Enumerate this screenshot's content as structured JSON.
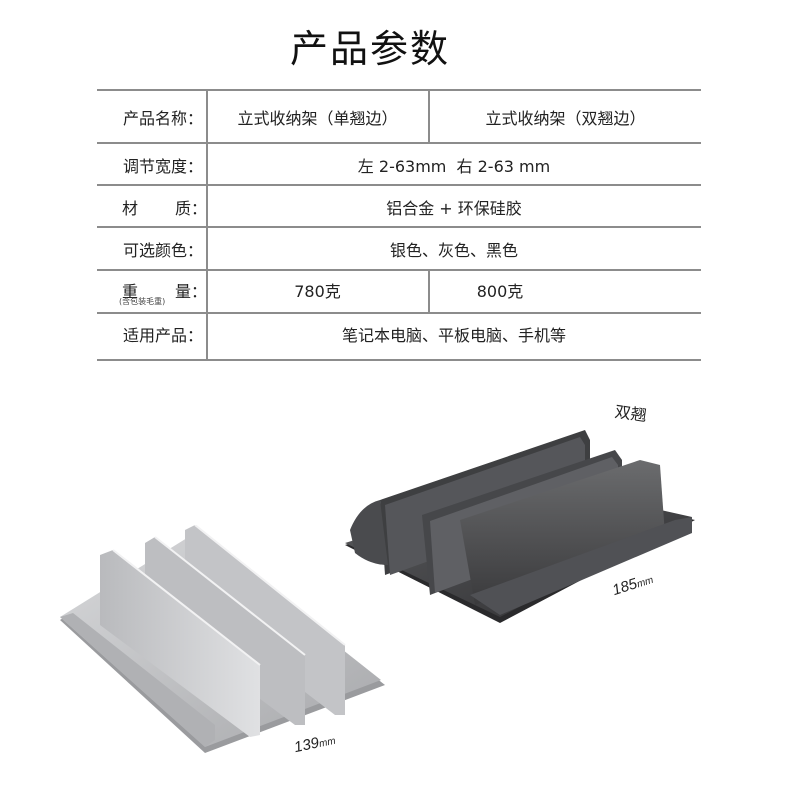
{
  "page": {
    "title": "产品参数"
  },
  "table": {
    "rows": [
      {
        "label": "产品名称：",
        "cells": [
          "立式收纳架（单翘边）",
          "立式收纳架（双翘边）"
        ]
      },
      {
        "label": "调节宽度：",
        "cells": [
          "左 2-63mm  右 2-63 mm"
        ]
      },
      {
        "label_left": "材",
        "label_right": "质：",
        "cells": [
          "铝合金 + 环保硅胶"
        ]
      },
      {
        "label": "可选颜色：",
        "cells": [
          "银色、灰色、黑色"
        ]
      },
      {
        "label_left": "重",
        "label_right": "量：",
        "label_sub": "(含包装毛重)",
        "cells": [
          "780克",
          "800克"
        ]
      },
      {
        "label": "适用产品：",
        "cells": [
          "笔记本电脑、平板电脑、手机等"
        ]
      }
    ]
  },
  "photos": {
    "dark_stand": {
      "tag": "双翘",
      "dimension_value": "185",
      "dimension_unit": "mm",
      "color": "#4a4a4c"
    },
    "silver_stand": {
      "dimension_value": "139",
      "dimension_unit": "mm",
      "color": "#c4c5c7"
    }
  }
}
